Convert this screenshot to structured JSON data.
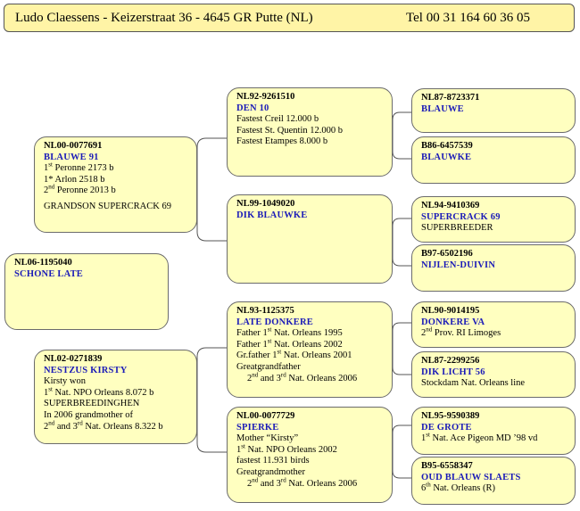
{
  "header": {
    "owner": "Ludo Claessens - Keizerstraat 36 - 4645 GR  Putte (NL)",
    "phone": "Tel 00 31 164 60 36 05"
  },
  "subject": {
    "ring": "NL06-1195040",
    "name": "SCHONE LATE"
  },
  "sire": {
    "ring": "NL00-0077691",
    "name": "BLAUWE 91",
    "l1_pre": "1",
    "l1_sup": "st",
    "l1_post": " Peronne 2173 b",
    "l2": "1* Arlon 2518 b",
    "l3_pre": "2",
    "l3_sup": "nd",
    "l3_post": " Peronne 2013 b",
    "l4": "GRANDSON SUPERCRACK 69"
  },
  "dam": {
    "ring": "NL02-0271839",
    "name": "NESTZUS KIRSTY",
    "l1": "Kirsty won",
    "l2_pre": "1",
    "l2_sup": "st",
    "l2_post": " Nat. NPO Orleans 8.072 b",
    "l3": "SUPERBREEDINGHEN",
    "l4": "In 2006 grandmother of",
    "l5_a": "2",
    "l5_b": "nd",
    "l5_c": " and 3",
    "l5_d": "rd",
    "l5_e": " Nat. Orleans 8.322 b"
  },
  "ss": {
    "ring": "NL92-9261510",
    "name": "DEN 10",
    "l1": "Fastest Creil 12.000 b",
    "l2": "Fastest St. Quentin 12.000 b",
    "l3": "Fastest Etampes 8.000 b"
  },
  "sd": {
    "ring": "NL99-1049020",
    "name": "DIK BLAUWKE"
  },
  "ds": {
    "ring": "NL93-1125375",
    "name": "LATE DONKERE",
    "l1_a": "Father 1",
    "l1_b": "st",
    "l1_c": " Nat. Orleans 1995",
    "l2_a": "Father 1",
    "l2_b": "st",
    "l2_c": " Nat. Orleans 2002",
    "l3_a": "Gr.father 1",
    "l3_b": "st",
    "l3_c": " Nat. Orleans 2001",
    "l4": "Greatgrandfather",
    "l5_a": "2",
    "l5_b": "nd",
    "l5_c": " and 3",
    "l5_d": "rd",
    "l5_e": " Nat. Orleans 2006"
  },
  "dd": {
    "ring": "NL00-0077729",
    "name": "SPIERKE",
    "l1": "Mother “Kirsty”",
    "l2_a": "1",
    "l2_b": "st",
    "l2_c": " Nat. NPO Orleans 2002",
    "l3": "fastest 11.931 birds",
    "l4": "Greatgrandmother",
    "l5_a": "2",
    "l5_b": "nd",
    "l5_c": " and 3",
    "l5_d": "rd",
    "l5_e": " Nat. Orleans 2006"
  },
  "sss": {
    "ring": "NL87-8723371",
    "name": "BLAUWE"
  },
  "ssd": {
    "ring": "B86-6457539",
    "name": "BLAUWKE"
  },
  "sds": {
    "ring": "NL94-9410369",
    "name": "SUPERCRACK 69",
    "l1": "SUPERBREEDER"
  },
  "sdd": {
    "ring": "B97-6502196",
    "name": "NIJLEN-DUIVIN"
  },
  "dss": {
    "ring": "NL90-9014195",
    "name": "DONKERE VA",
    "l1_a": "2",
    "l1_b": "nd",
    "l1_c": " Prov. RI Limoges"
  },
  "dsd": {
    "ring": "NL87-2299256",
    "name": "DIK LICHT 56",
    "l1": "Stockdam Nat. Orleans line"
  },
  "dds": {
    "ring": "NL95-9590389",
    "name": "DE GROTE",
    "l1_a": "1",
    "l1_b": "st",
    "l1_c": " Nat. Ace Pigeon MD ’98 vd"
  },
  "ddd": {
    "ring": "B95-6558347",
    "name": "OUD BLAUW SLAETS",
    "l1_a": "6",
    "l1_b": "th",
    "l1_c": " Nat. Orleans  (R)"
  }
}
